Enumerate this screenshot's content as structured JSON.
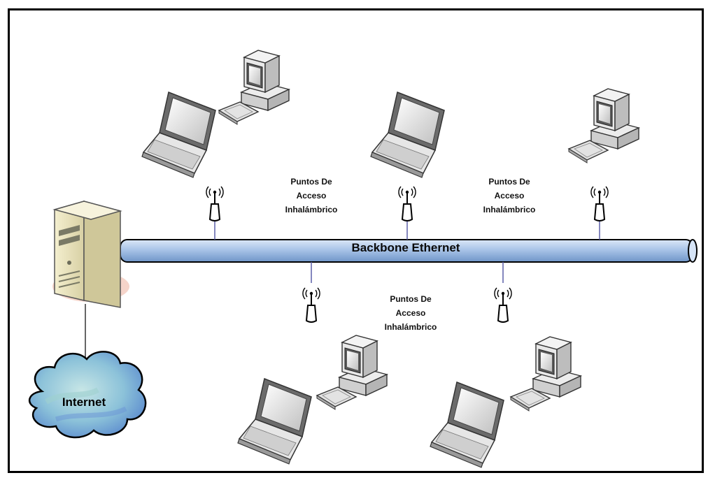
{
  "diagram": {
    "backbone_label": "Backbone Ethernet",
    "internet_label": "Internet",
    "access_point_labels": [
      {
        "line1": "Puntos De",
        "line2": "Acceso",
        "line3": "Inhalámbrico"
      },
      {
        "line1": "Puntos De",
        "line2": "Acceso",
        "line3": "Inhalámbrico"
      },
      {
        "line1": "Puntos De",
        "line2": "Acceso",
        "line3": "Inhalámbrico"
      }
    ]
  }
}
